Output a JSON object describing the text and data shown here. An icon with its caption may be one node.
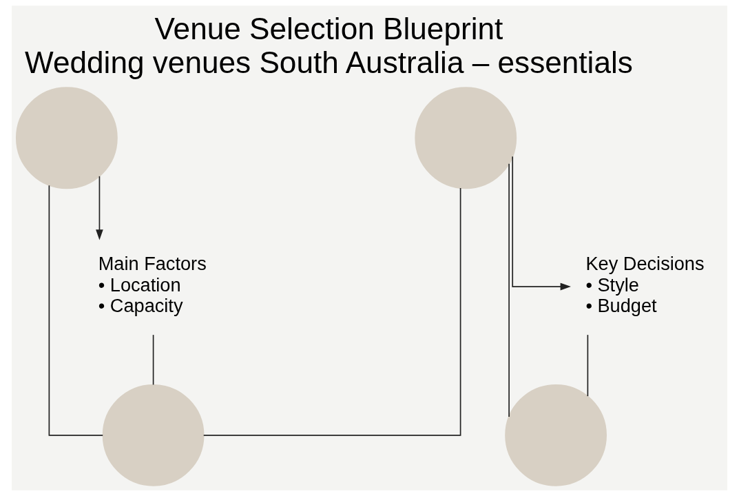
{
  "diagram": {
    "title": "Venue Selection Blueprint",
    "caption": "Wedding venues South Australia – essentials",
    "nodes": [
      {
        "text": [],
        "shape": "circle"
      },
      {
        "text": [],
        "shape": "circle"
      },
      {
        "text": [],
        "shape": "circle"
      },
      {
        "text": [],
        "shape": "circle"
      },
      {
        "text": [
          "Main Factors",
          "• Location",
          "• Capacity"
        ]
      },
      {
        "text": [
          "Key Decisions",
          "• Style",
          "• Budget"
        ]
      }
    ],
    "edges": [
      {
        "from": 0,
        "to": 4,
        "arrow": "to"
      },
      {
        "from": 0,
        "to": 1,
        "arrow": "none"
      },
      {
        "from": 4,
        "to": 1,
        "arrow": "none"
      },
      {
        "from": 1,
        "to": 2,
        "arrow": "none"
      },
      {
        "from": 2,
        "to": 5,
        "arrow": "to"
      },
      {
        "from": 2,
        "to": 3,
        "arrow": "none"
      },
      {
        "from": 5,
        "to": 3,
        "arrow": "none"
      }
    ]
  }
}
